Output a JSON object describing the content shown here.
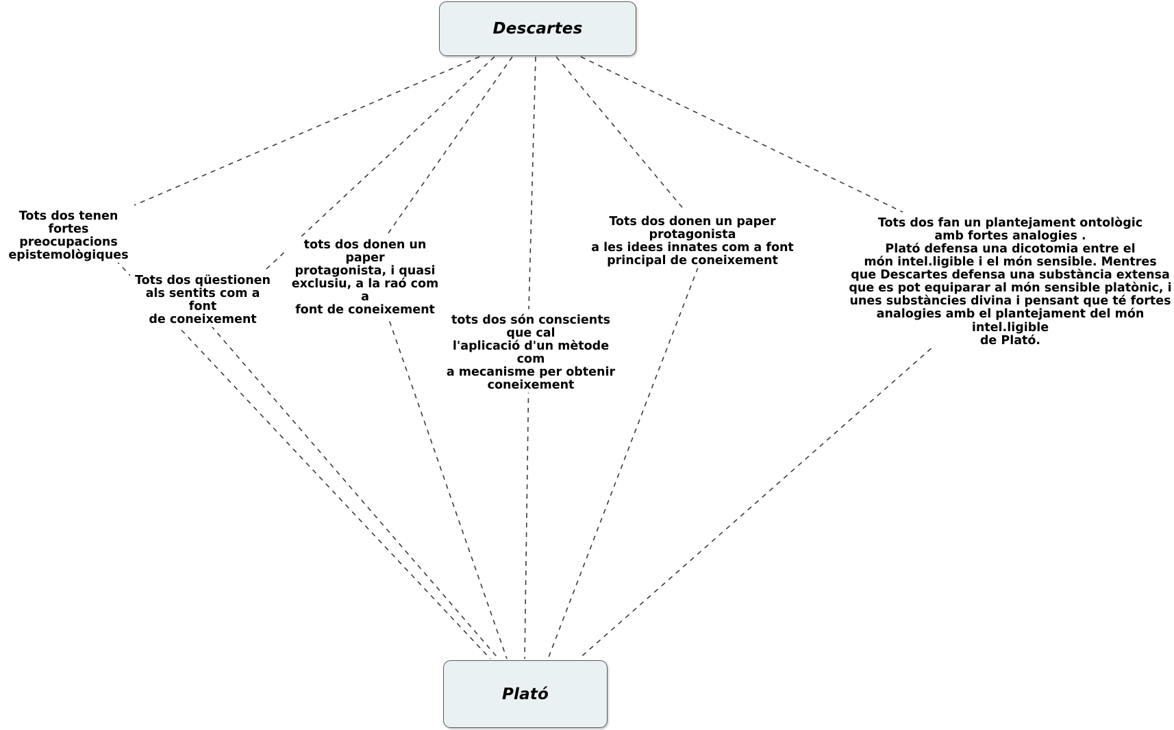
{
  "diagram": {
    "type": "concept-map",
    "title": "Descartes i Plató — comparació",
    "language": "ca",
    "background_color": "#ffffff",
    "node_fill_color": "#eaf1f3",
    "node_border_color": "#555a5c",
    "link_color": "#3a3a3a",
    "link_style": "dashed"
  },
  "nodes": [
    {
      "id": "descartes",
      "label": "Descartes"
    },
    {
      "id": "plato",
      "label": "Plató"
    }
  ],
  "links": [
    {
      "id": "epistem",
      "from": "descartes",
      "to": "plato",
      "label": "Tots dos tenen\nfortes preocupacions\nepistemològiques"
    },
    {
      "id": "sentits",
      "from": "descartes",
      "to": "plato",
      "label": "Tots dos qüestionen\nals sentits com a font\nde coneixement"
    },
    {
      "id": "rao",
      "from": "descartes",
      "to": "plato",
      "label": "tots dos donen un paper\nprotagonista, i quasi\nexclusiu, a la raó com a\nfont de coneixement"
    },
    {
      "id": "metode",
      "from": "descartes",
      "to": "plato",
      "label": "tots dos són conscients que cal\nl'aplicació d'un mètode com\na mecanisme per obtenir\nconeixement"
    },
    {
      "id": "innates",
      "from": "descartes",
      "to": "plato",
      "label": "Tots dos donen un paper protagonista\na les idees innates com a font\nprincipal de coneixement"
    },
    {
      "id": "ontologic",
      "from": "descartes",
      "to": "plato",
      "label": "Tots dos fan un plantejament ontològic\namb fortes analogies .\nPlató defensa una dicotomia entre el\nmón intel.ligible i el món sensible. Mentres\nque Descartes defensa una substància extensa\nque es pot equiparar al món sensible platònic, i\nunes substàncies divina i pensant que té fortes\nanalogies amb el plantejament del món intel.ligible\nde Plató."
    }
  ]
}
